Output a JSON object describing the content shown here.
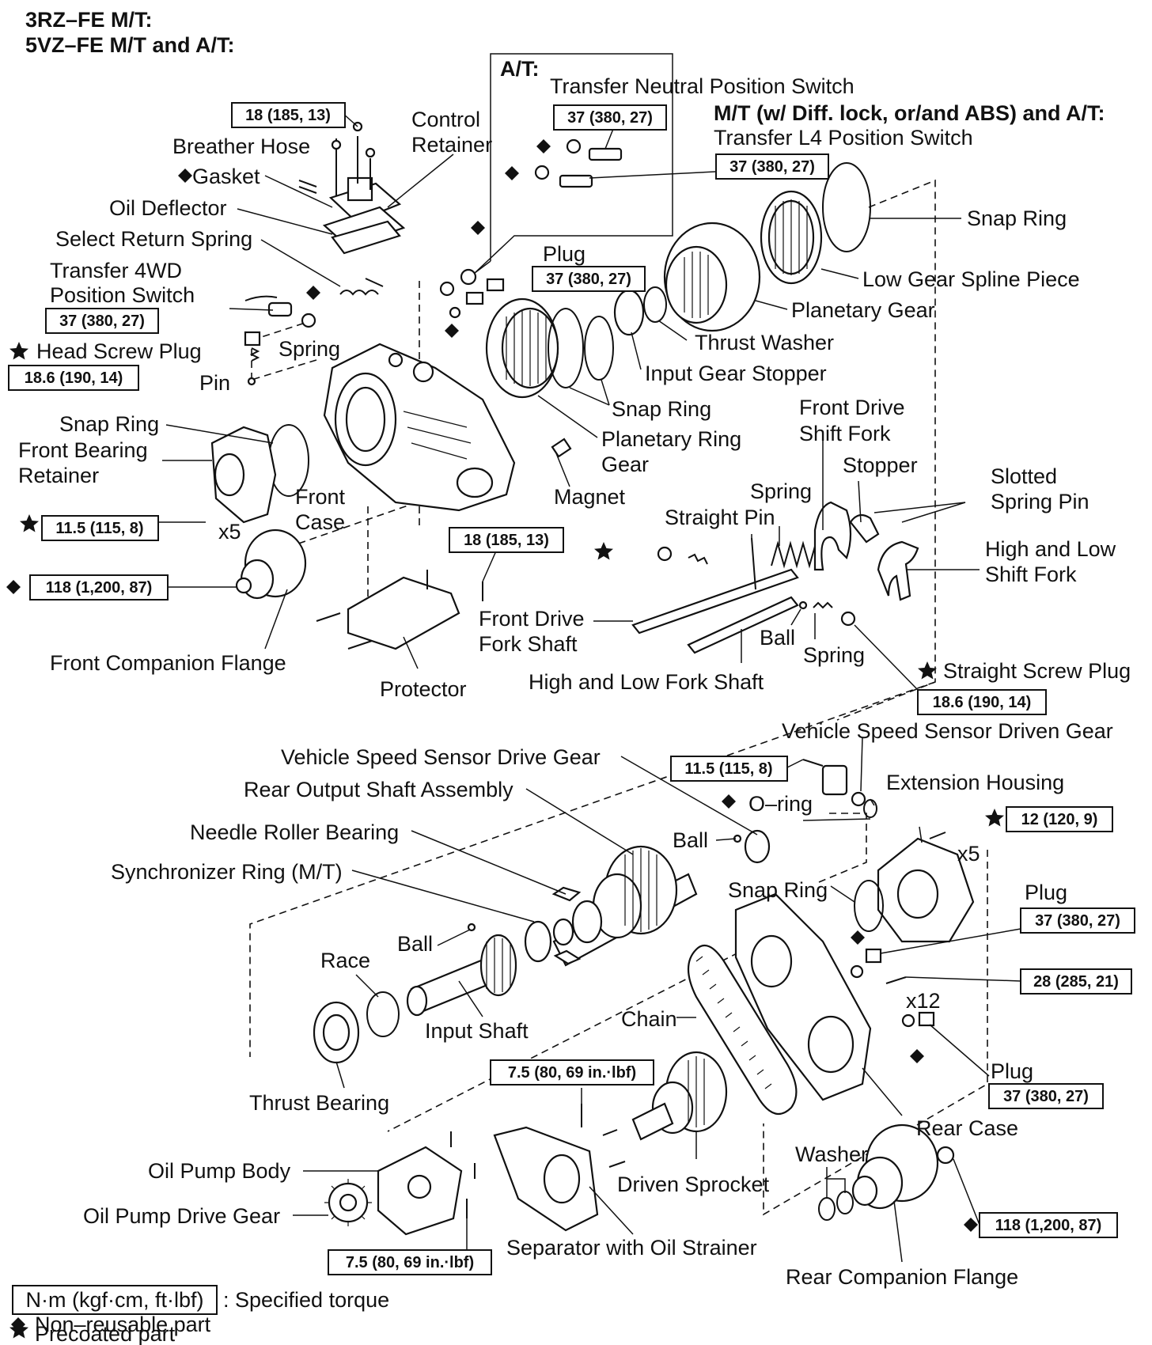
{
  "headers": [
    "3RZ–FE M/T:",
    "5VZ–FE M/T and A/T:"
  ],
  "at_box_title": "A/T:",
  "mt_title": "M/T (w/ Diff. lock, or/and ABS) and A/T:",
  "labels": {
    "transfer_neutral_position_switch": "Transfer Neutral Position Switch",
    "transfer_l4_position_switch": "Transfer L4 Position Switch",
    "breather_hose": "Breather Hose",
    "control_retainer_1": "Control",
    "control_retainer_2": "Retainer",
    "gasket": "Gasket",
    "oil_deflector": "Oil Deflector",
    "select_return_spring": "Select Return Spring",
    "transfer_4wd_1": "Transfer 4WD",
    "transfer_4wd_2": "Position Switch",
    "head_screw_plug": "Head Screw Plug",
    "spring_top": "Spring",
    "pin": "Pin",
    "plug_top": "Plug",
    "snap_ring_top": "Snap Ring",
    "low_gear_spline_piece": "Low Gear Spline Piece",
    "planetary_gear": "Planetary Gear",
    "thrust_washer": "Thrust Washer",
    "input_gear_stopper": "Input Gear Stopper",
    "snap_ring_mid": "Snap Ring",
    "planetary_ring_gear_1": "Planetary Ring",
    "planetary_ring_gear_2": "Gear",
    "front_drive_shift_fork_1": "Front Drive",
    "front_drive_shift_fork_2": "Shift Fork",
    "snap_ring_left": "Snap Ring",
    "front_bearing_retainer_1": "Front Bearing",
    "front_bearing_retainer_2": "Retainer",
    "front_case_1": "Front",
    "front_case_2": "Case",
    "magnet": "Magnet",
    "stopper": "Stopper",
    "slotted_spring_pin_1": "Slotted",
    "slotted_spring_pin_2": "Spring Pin",
    "spring_fork": "Spring",
    "straight_pin": "Straight Pin",
    "high_low_shift_fork_1": "High and Low",
    "high_low_shift_fork_2": "Shift Fork",
    "front_companion_flange": "Front Companion Flange",
    "protector": "Protector",
    "front_drive_fork_shaft_1": "Front Drive",
    "front_drive_fork_shaft_2": "Fork Shaft",
    "ball_fork": "Ball",
    "spring_ball": "Spring",
    "high_low_fork_shaft": "High and Low Fork Shaft",
    "straight_screw_plug": "Straight Screw Plug",
    "vss_driven_gear": "Vehicle Speed Sensor Driven Gear",
    "vss_drive_gear": "Vehicle Speed Sensor Drive Gear",
    "rear_output_shaft_assembly": "Rear Output Shaft Assembly",
    "o_ring": "O–ring",
    "extension_housing": "Extension Housing",
    "needle_roller_bearing": "Needle Roller Bearing",
    "ball_upper": "Ball",
    "synchronizer_ring": "Synchronizer Ring (M/T)",
    "snap_ring_rear": "Snap Ring",
    "plug_rear_1": "Plug",
    "ball_lower": "Ball",
    "race": "Race",
    "input_shaft": "Input Shaft",
    "chain": "Chain",
    "plug_rear_2": "Plug",
    "thrust_bearing": "Thrust Bearing",
    "rear_case": "Rear Case",
    "washer": "Washer",
    "oil_pump_body": "Oil Pump Body",
    "driven_sprocket": "Driven Sprocket",
    "oil_pump_drive_gear": "Oil Pump Drive Gear",
    "separator_oil_strainer": "Separator with Oil Strainer",
    "rear_companion_flange": "Rear Companion Flange"
  },
  "multipliers": {
    "x5_a": "x5",
    "x5_b": "x5",
    "x12": "x12"
  },
  "torques": {
    "t_18_top": "18 (185, 13)",
    "t_37_neutral": "37 (380, 27)",
    "t_37_l4": "37 (380, 27)",
    "t_37_plug": "37 (380, 27)",
    "t_37_4wd": "37 (380, 27)",
    "t_186_head": "18.6 (190, 14)",
    "t_115_front": "11.5 (115, 8)",
    "t_118_front": "118 (1,200, 87)",
    "t_18_protector": "18 (185, 13)",
    "t_186_straight": "18.6 (190, 14)",
    "t_115_vss": "11.5 (115, 8)",
    "t_12_ext": "12 (120, 9)",
    "t_37_rear1": "37 (380, 27)",
    "t_28_rear": "28 (285, 21)",
    "t_37_rear2": "37 (380, 27)",
    "t_75_sep": "7.5 (80, 69 in.·lbf)",
    "t_75_pump": "7.5 (80, 69 in.·lbf)",
    "t_118_rear": "118 (1,200, 87)"
  },
  "legend": {
    "unit": "N·m (kgf·cm, ft·lbf)",
    "unit_desc": ": Specified torque",
    "non_reusable": "Non–reusable part",
    "precoated": "Precoated part"
  }
}
